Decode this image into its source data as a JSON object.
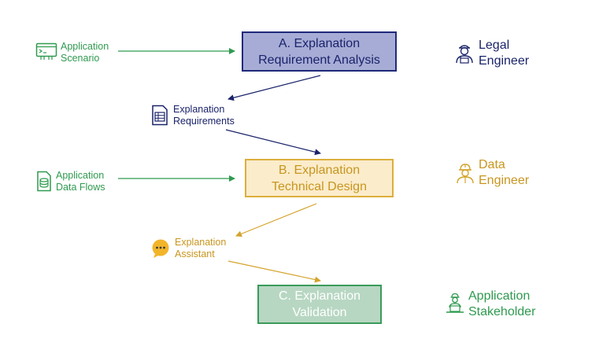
{
  "boxes": {
    "a": {
      "line1": "A. Explanation",
      "line2": "Requirement Analysis"
    },
    "b": {
      "line1": "B. Explanation",
      "line2": "Technical Design"
    },
    "c": {
      "line1": "C. Explanation",
      "line2": "Validation"
    }
  },
  "inputs": {
    "scenario": {
      "line1": "Application",
      "line2": "Scenario"
    },
    "data_flows": {
      "line1": "Application",
      "line2": "Data Flows"
    }
  },
  "outputs": {
    "requirements": {
      "line1": "Explanation",
      "line2": "Requirements"
    },
    "assistant": {
      "line1": "Explanation",
      "line2": "Assistant"
    }
  },
  "roles": {
    "legal": {
      "line1": "Legal",
      "line2": "Engineer"
    },
    "data": {
      "line1": "Data",
      "line2": "Engineer"
    },
    "stakeholder": {
      "line1": "Application",
      "line2": "Stakeholder"
    }
  },
  "colors": {
    "navy": "#1a236a",
    "gold": "#c8961f",
    "green": "#2f9a4f",
    "box_a_fill": "#a7acd6",
    "box_b_fill": "#fbeccb",
    "box_c_fill": "#b7d7c2"
  },
  "icons": {
    "scenario": "terminal-icon",
    "data_flows": "database-file-icon",
    "requirements": "document-list-icon",
    "assistant": "chat-bubble-icon",
    "legal": "legal-engineer-icon",
    "data": "data-engineer-icon",
    "stakeholder": "stakeholder-icon"
  }
}
